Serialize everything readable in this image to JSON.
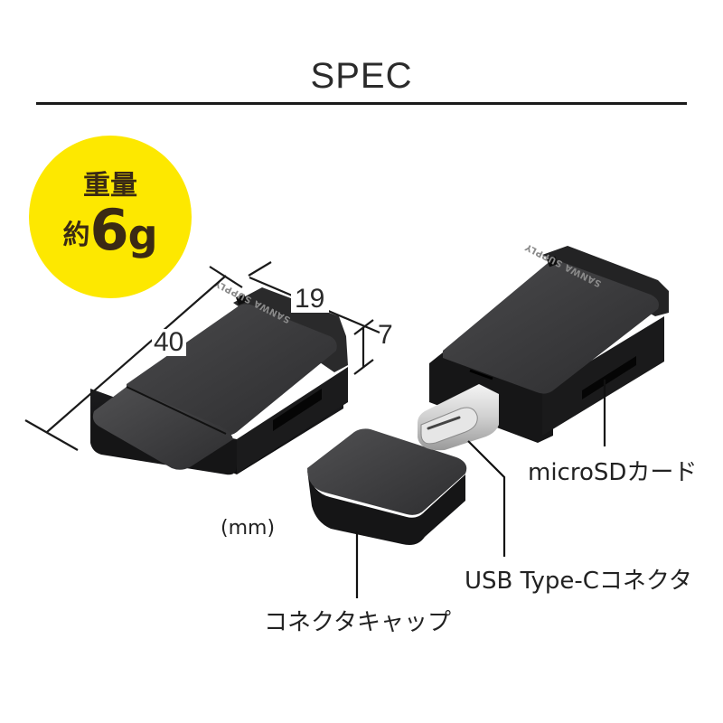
{
  "header": {
    "title": "SPEC"
  },
  "weight_badge": {
    "label": "重量",
    "approx_prefix": "約",
    "value": "6",
    "unit": "g",
    "color": "#fde800"
  },
  "dimensions": {
    "length": "40",
    "width": "19",
    "height": "7",
    "unit_note": "(mm)"
  },
  "device": {
    "brand_marking": "SANWA SUPPLY"
  },
  "callouts": {
    "microsd_slot": "microSDカード",
    "usb_connector": "USB Type-Cコネクタ",
    "connector_cap": "コネクタキャップ"
  }
}
